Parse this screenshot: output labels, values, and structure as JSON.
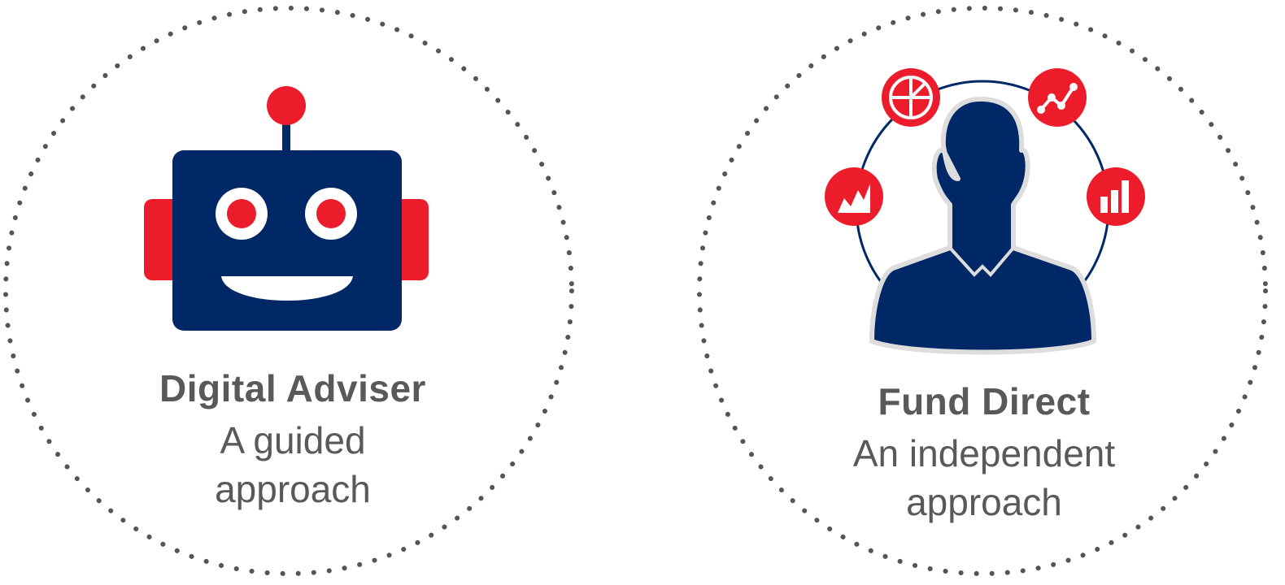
{
  "options": [
    {
      "title": "Digital Adviser",
      "subtitle_lines": [
        "A guided",
        "approach"
      ],
      "icon": "robot-icon"
    },
    {
      "title": "Fund Direct",
      "subtitle_lines": [
        "An independent",
        "approach"
      ],
      "icon": "investor-icon",
      "orbit_icons": [
        "pie-chart-icon",
        "line-chart-icon",
        "area-chart-icon",
        "bar-chart-icon"
      ]
    }
  ],
  "colors": {
    "navy": "#002866",
    "red": "#ED1C2A",
    "gray_text": "#595959",
    "dotted_ring": "#555555",
    "silhouette_outline": "#DDDDDD"
  }
}
